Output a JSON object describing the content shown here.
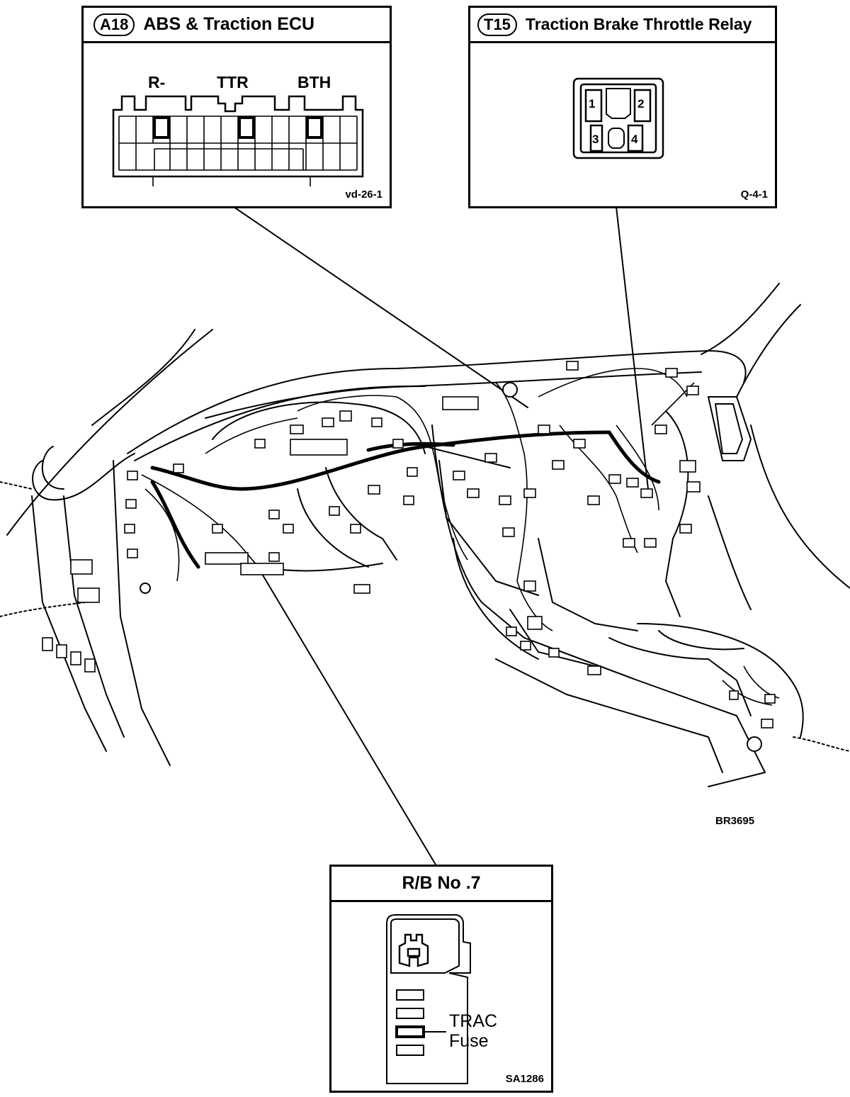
{
  "connectors": [
    {
      "code": "A18",
      "name": "ABS & Traction ECU",
      "ref": "vd-26-1",
      "pins": [
        "R-",
        "TTR",
        "BTH"
      ]
    },
    {
      "code": "T15",
      "name": "Traction Brake Throttle Relay",
      "ref": "Q-4-1",
      "terminals": [
        "1",
        "2",
        "3",
        "4"
      ]
    }
  ],
  "relay_block": {
    "title": "R/B No .7",
    "fuse_label_1": "TRAC",
    "fuse_label_2": "Fuse",
    "ref": "SA1286"
  },
  "figure_ref": "BR3695"
}
